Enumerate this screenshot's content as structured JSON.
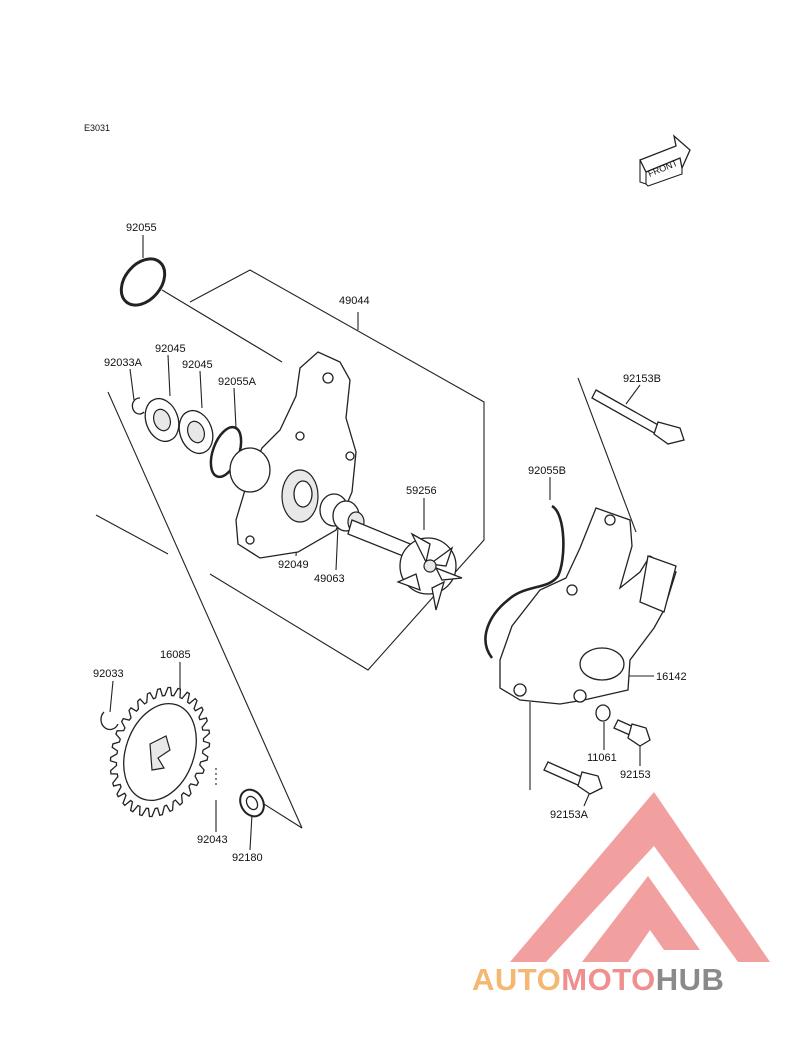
{
  "diagram": {
    "code": "E3031",
    "front_marker": "FRONT",
    "part_labels": {
      "p92055": "92055",
      "p49044": "49044",
      "p92033A": "92033A",
      "p92045a": "92045",
      "p92045b": "92045",
      "p92055A": "92055A",
      "p92153B": "92153B",
      "p92055B": "92055B",
      "p59256": "59256",
      "p92049": "92049",
      "p49063": "49063",
      "p92033": "92033",
      "p16085": "16085",
      "p16142": "16142",
      "p11061": "11061",
      "p92153": "92153",
      "p92153A": "92153A",
      "p92043": "92043",
      "p92180": "92180"
    }
  },
  "watermark": {
    "word_part1": "AUTO",
    "word_part2": "MOTO",
    "word_part3": "HUB",
    "colors": {
      "triangle": "#f08f8f",
      "part1": "#f5b872",
      "part2": "#f08f8f",
      "part3": "#8a8a8a"
    }
  }
}
